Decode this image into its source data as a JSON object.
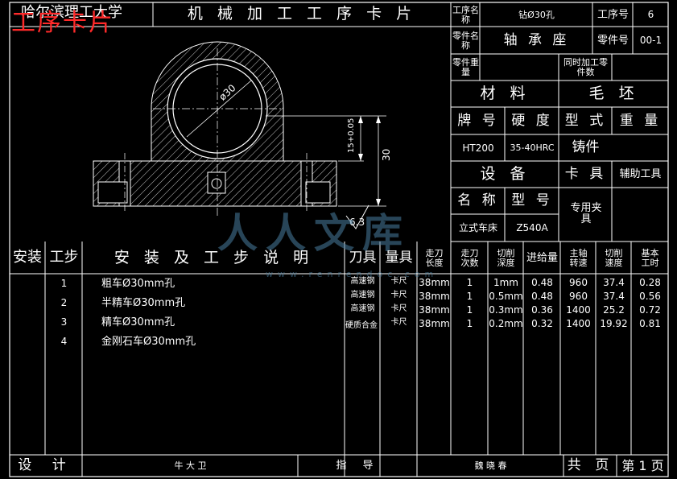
{
  "header": {
    "university": "哈尔滨理工大学",
    "card_title": "机 械 加 工 工 序 卡 片",
    "stamp_title": "工序卡片"
  },
  "info": {
    "process_name_label": "工序名称",
    "process_name_value": "钻Ø30孔",
    "process_no_label": "工序号",
    "process_no_value": "6",
    "part_name_label": "零件名称",
    "part_name_value": "轴 承 座",
    "part_no_label": "零件号",
    "part_no_value": "00-1",
    "part_weight_label": "零件重量",
    "concurrent_label": "同时加工零件数",
    "material_label": "材 料",
    "blank_label": "毛 坯",
    "grade_label": "牌 号",
    "hardness_label": "硬 度",
    "form_label": "型 式",
    "weight_label": "重 量",
    "grade_value": "HT200",
    "hardness_value": "35-40HRC",
    "form_value": "铸件",
    "equipment_label": "设 备",
    "fixture_label": "卡 具",
    "aux_tool_label": "辅助工具",
    "eq_name_label": "名 称",
    "eq_model_label": "型 号",
    "eq_name_value": "立式车床",
    "eq_model_value": "Z540A",
    "fixture_value": "专用夹具"
  },
  "drawing": {
    "dia_label": "ø30",
    "height_label": "30",
    "tol_label": "15+0.05",
    "roughness_label": "6.3"
  },
  "table": {
    "headers": {
      "install": "安装",
      "step": "工步",
      "desc": "安 装 及 工 步 说 明",
      "tool": "刀具",
      "gauge": "量具",
      "length": "走刀长度",
      "passes": "走刀次数",
      "depth": "切削深度",
      "feed": "进给量",
      "speed": "主轴转速",
      "cut_speed": "切削速度",
      "time": "基本工时"
    },
    "rows": [
      {
        "step": "1",
        "desc": "粗车Ø30mm孔",
        "tool": "高速钢",
        "gauge": "卡尺",
        "length": "38mm",
        "passes": "1",
        "depth": "1mm",
        "feed": "0.48",
        "speed": "960",
        "cut_speed": "37.4",
        "time": "0.28"
      },
      {
        "step": "2",
        "desc": "半精车Ø30mm孔",
        "tool": "高速钢",
        "gauge": "卡尺",
        "length": "38mm",
        "passes": "1",
        "depth": "0.5mm",
        "feed": "0.48",
        "speed": "960",
        "cut_speed": "37.4",
        "time": "0.56"
      },
      {
        "step": "3",
        "desc": "精车Ø30mm孔",
        "tool": "高速钢",
        "gauge": "卡尺",
        "length": "38mm",
        "passes": "1",
        "depth": "0.3mm",
        "feed": "0.36",
        "speed": "1400",
        "cut_speed": "25.2",
        "time": "0.72"
      },
      {
        "step": "4",
        "desc": "金刚石车Ø30mm孔",
        "tool": "硬质合金",
        "gauge": "卡尺",
        "length": "38mm",
        "passes": "1",
        "depth": "0.2mm",
        "feed": "0.32",
        "speed": "1400",
        "cut_speed": "19.92",
        "time": "0.81"
      }
    ]
  },
  "footer": {
    "design_label": "设 计",
    "designer": "牛 大 卫",
    "guide_label": "指 导",
    "guide": "魏 晓 春",
    "pages": "共 页",
    "page_no": "第 1 页"
  },
  "watermark": {
    "brand": "人人文库",
    "url": "www.renrendoc.com"
  }
}
